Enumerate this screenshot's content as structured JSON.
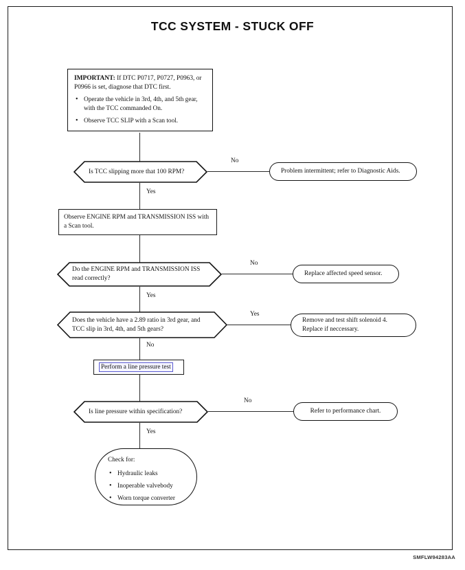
{
  "document": {
    "title": "TCC SYSTEM - STUCK OFF",
    "figure_code": "SMFLW94283AA"
  },
  "note": {
    "label": "IMPORTANT:",
    "text": " If DTC P0717, P0727, P0963, or P0966 is set, diagnose that DTC first.",
    "bullets": [
      "Operate the vehicle in 3rd, 4th, and 5th gear, with the TCC commanded On.",
      "Observe TCC SLIP with a Scan tool."
    ]
  },
  "nodes": {
    "decision_1": "Is TCC slipping more that 100 RPM?",
    "terminal_1": "Problem intermittent; refer to Diagnostic Aids.",
    "process_1": "Observe ENGINE RPM and TRANSMISSION ISS with a Scan tool.",
    "decision_2": "Do the ENGINE RPM and TRANSMISSION ISS read correctly?",
    "terminal_2": "Replace affected speed sensor.",
    "decision_3": "Does the vehicle have a 2.89 ratio in 3rd gear, and TCC slip in 3rd, 4th, and 5th gears?",
    "terminal_3_line1": "Remove and test shift solenoid 4.",
    "terminal_3_line2": "Replace if neccessary.",
    "process_2": "Perform a line pressure test",
    "decision_4": "Is line pressure within specification?",
    "terminal_4": "Refer to performance chart.",
    "checklist_title": "Check for:",
    "checklist_items": [
      "Hydraulic leaks",
      "Inoperable valvebody",
      "Worn torque converter"
    ]
  },
  "edges": {
    "d1_no": "No",
    "d1_yes": "Yes",
    "d2_no": "No",
    "d2_yes": "Yes",
    "d3_yes": "Yes",
    "d3_no": "No",
    "d4_no": "No",
    "d4_yes": "Yes"
  },
  "colors": {
    "ink": "#111111",
    "selection_outline": "#5a5ad0"
  }
}
